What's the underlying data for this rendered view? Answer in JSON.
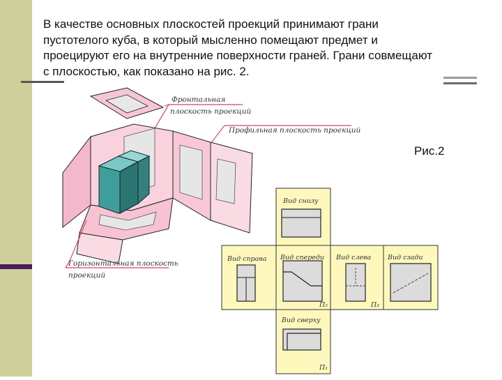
{
  "paragraph": "В качестве основных плоскостей проекций принимают грани пустотелого куба, в который мысленно помещают предмет и проецируют его на внутренние поверхности граней. Грани совмещают с плоскостью, как показано на рис. 2.",
  "caption": "Рис.2",
  "figure": {
    "labels": {
      "frontal_plane_1": "Фронтальная",
      "frontal_plane_2": "плоскость проекций",
      "profile_plane": "Профильная плоскость проекций",
      "horizontal_plane_1": "Горизонтальная плоскость",
      "horizontal_plane_2": "проекций"
    },
    "views": {
      "bottom_up": "Вид снизу",
      "right": "Вид справа",
      "front": "Вид спереди",
      "left": "Вид слева",
      "back": "Вид сзади",
      "top": "Вид сверху"
    },
    "plane_marks": {
      "pi2": "П₂",
      "pi3": "П₃",
      "pi1": "П₁"
    }
  }
}
